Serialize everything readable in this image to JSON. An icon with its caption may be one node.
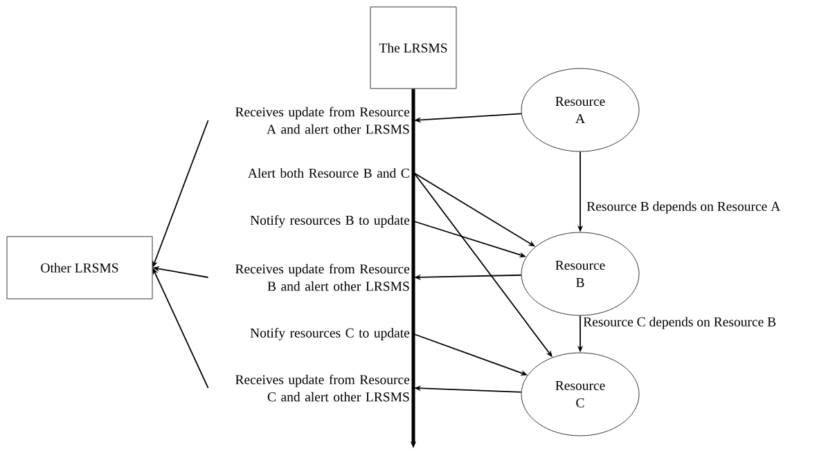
{
  "diagram": {
    "nodes": [
      {
        "text": [
          "The LRSMS"
        ]
      },
      {
        "text": [
          "Resource A"
        ]
      },
      {
        "text": [
          "Resource B"
        ]
      },
      {
        "text": [
          "Resource C"
        ]
      },
      {
        "text": [
          "Other LRSMS"
        ]
      },
      {
        "text": [
          "Receives update from Resource A and alert other LRSMS"
        ]
      },
      {
        "text": [
          "Alert both Resource B and C"
        ]
      },
      {
        "text": [
          "Notify resources B to update"
        ]
      },
      {
        "text": [
          "Receives update from Resource B and alert other LRSMS"
        ]
      },
      {
        "text": [
          "Notify resources C to update"
        ]
      },
      {
        "text": [
          "Receives update from Resource C and alert other LRSMS"
        ]
      }
    ],
    "edges": [
      {
        "from": 0,
        "to": null,
        "arrow": "to",
        "style": "thick"
      },
      {
        "from": 1,
        "to": 5,
        "arrow": "to"
      },
      {
        "from": 1,
        "to": 2,
        "arrow": "to",
        "label": "Resource B depends on Resource A"
      },
      {
        "from": 6,
        "to": 2,
        "arrow": "to"
      },
      {
        "from": 6,
        "to": 3,
        "arrow": "to"
      },
      {
        "from": 7,
        "to": 2,
        "arrow": "to"
      },
      {
        "from": 2,
        "to": 8,
        "arrow": "to"
      },
      {
        "from": 2,
        "to": 3,
        "arrow": "to",
        "label": "Resource C depends on Resource B"
      },
      {
        "from": 9,
        "to": 3,
        "arrow": "to"
      },
      {
        "from": 3,
        "to": 10,
        "arrow": "to"
      },
      {
        "from": 5,
        "to": 4,
        "arrow": "to"
      },
      {
        "from": 8,
        "to": 4,
        "arrow": "to"
      },
      {
        "from": 10,
        "to": 4,
        "arrow": "to"
      }
    ]
  }
}
